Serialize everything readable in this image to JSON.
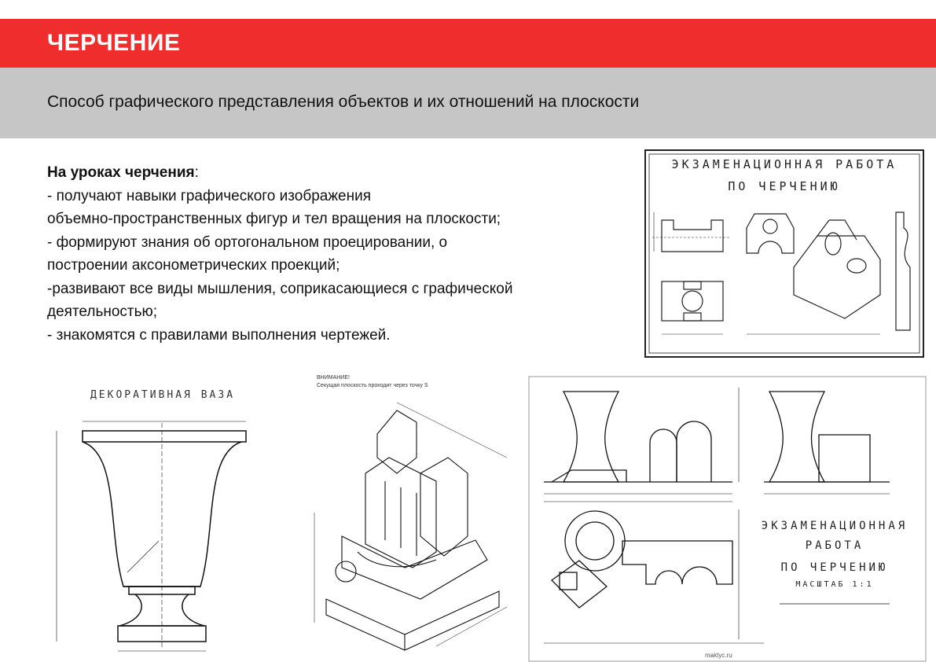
{
  "header": {
    "title": "ЧЕРЧЕНИЕ"
  },
  "subheader": {
    "text": "Способ графического представления объектов и их отношений на плоскости"
  },
  "content": {
    "heading": "На уроках черчения",
    "heading_colon": ":",
    "lines": [
      "- получают навыки графического изображения",
      "объемно-пространственных фигур и тел вращения на плоскости;",
      "- формируют знания об ортогональном проецировании, о",
      "построении аксонометрических проекций;",
      "-развивают все виды мышления, соприкасающиеся с графической",
      "деятельностью;",
      "- знакомятся с правилами выполнения чертежей."
    ]
  },
  "images": {
    "exam_top": {
      "title_line1": "ЭКЗАМЕНАЦИОННАЯ РАБОТА",
      "title_line2": "ПО ЧЕРЧЕНИЮ"
    },
    "vase": {
      "title": "ДЕКОРАТИВНАЯ ВАЗА"
    },
    "iso": {
      "note1": "ВНИМАНИЕ!",
      "note2": "Секущая плоскость проходит через точку S"
    },
    "exam_bottom": {
      "line1": "ЭКЗАМЕНАЦИОННАЯ",
      "line2": "РАБОТА",
      "line3": "ПО ЧЕРЧЕНИЮ",
      "scale": "МАСШТАБ 1:1",
      "watermark": "maktyc.ru"
    }
  },
  "colors": {
    "accent": "#ef2d2d",
    "band": "#c6c6c6"
  }
}
